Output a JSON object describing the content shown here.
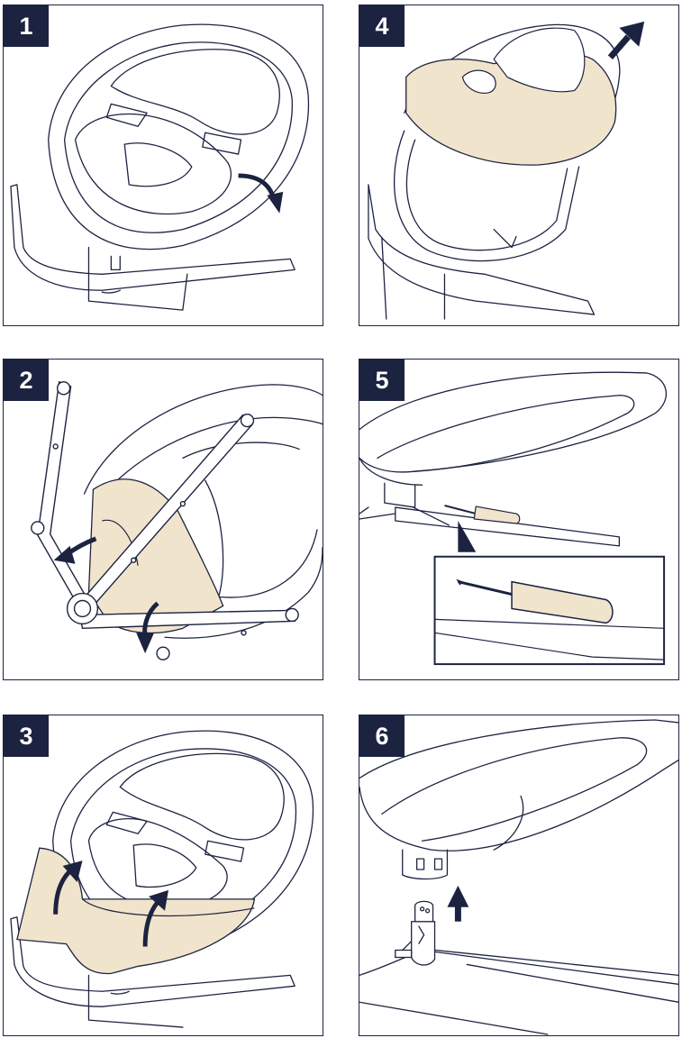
{
  "steps": [
    {
      "label": "1"
    },
    {
      "label": "2"
    },
    {
      "label": "3"
    },
    {
      "label": "4"
    },
    {
      "label": "5"
    },
    {
      "label": "6"
    }
  ],
  "colors": {
    "ink": "#1c2340",
    "fabric_highlight": "#f1e4cc",
    "paper": "#ffffff"
  }
}
